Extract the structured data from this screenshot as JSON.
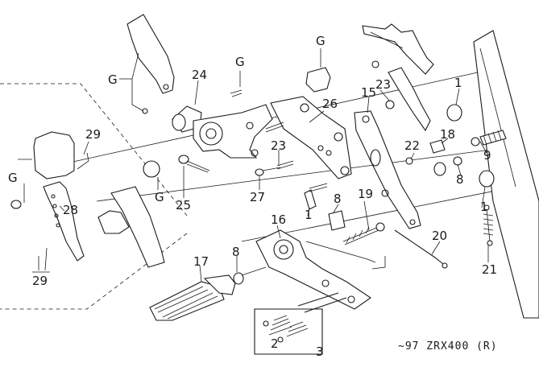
{
  "labels": {
    "l1a": "1",
    "l1b": "1",
    "l1c": "1",
    "l2": "2",
    "l3": "3",
    "l8a": "8",
    "l8b": "8",
    "l8c": "8",
    "l9": "9",
    "l15": "15",
    "l16": "16",
    "l17": "17",
    "l18": "18",
    "l19": "19",
    "l20": "20",
    "l21": "21",
    "l22": "22",
    "l23a": "23",
    "l23b": "23",
    "l24": "24",
    "l25": "25",
    "l26": "26",
    "l27": "27",
    "l28": "28",
    "l29a": "29",
    "l29b": "29",
    "gA": "G",
    "gB": "G",
    "gC": "G",
    "gD": "G",
    "gE": "G"
  },
  "model": "~97 ZRX400 (R)"
}
